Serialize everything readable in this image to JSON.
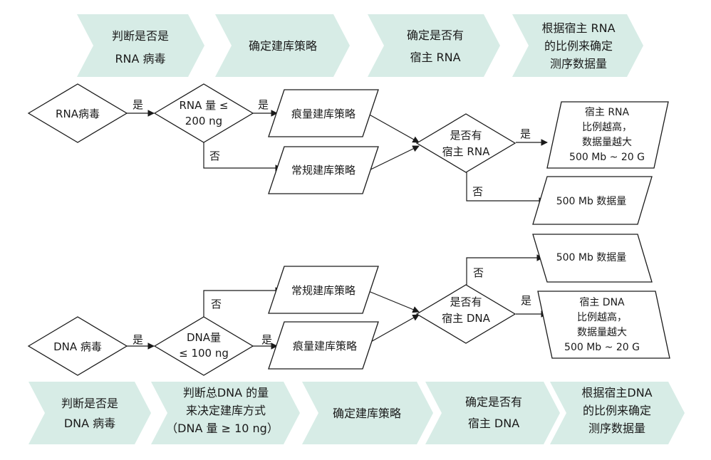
{
  "top_steps": [
    {
      "lines": [
        "判断是否是",
        "RNA 病毒"
      ]
    },
    {
      "lines": [
        "确定建库策略"
      ]
    },
    {
      "lines": [
        "确定是否有",
        "宿主 RNA"
      ]
    },
    {
      "lines": [
        "根据宿主 RNA",
        "的比例来确定",
        "测序数据量"
      ]
    }
  ],
  "bottom_steps": [
    {
      "lines": [
        "判断是否是",
        "DNA 病毒"
      ]
    },
    {
      "lines": [
        "判断总DNA 的量",
        "来决定建库方式",
        "（DNA 量 ≥ 10 ng）"
      ]
    },
    {
      "lines": [
        "确定建库策略"
      ]
    },
    {
      "lines": [
        "确定是否有",
        "宿主 DNA"
      ]
    },
    {
      "lines": [
        "根据宿主DNA",
        "的比例来确定",
        "测序数据量"
      ]
    }
  ],
  "rna_flow": {
    "start": "RNA病毒",
    "amount_check": [
      "RNA 量 ≤",
      "200 ng"
    ],
    "trace_lib": "痕量建库策略",
    "normal_lib": "常规建库策略",
    "host_check": [
      "是否有",
      "宿主 RNA"
    ],
    "result_yes": [
      "宿主 RNA",
      "比例越高，",
      "数据量越大",
      "500 Mb ~ 20 G"
    ],
    "result_no": "500 Mb 数据量"
  },
  "dna_flow": {
    "start": "DNA 病毒",
    "amount_check": [
      "DNA量",
      "≤ 100 ng"
    ],
    "normal_lib": "常规建库策略",
    "trace_lib": "痕量建库策略",
    "host_check": [
      "是否有",
      "宿主 DNA"
    ],
    "result_no": "500 Mb 数据量",
    "result_yes": [
      "宿主 DNA",
      "比例越高，",
      "数据量越大",
      "500 Mb ~ 20 G"
    ]
  },
  "edge_labels": {
    "yes": "是",
    "no": "否"
  },
  "colors": {
    "chevron_fill": "#d7ece6",
    "line": "#1a1a1a"
  }
}
